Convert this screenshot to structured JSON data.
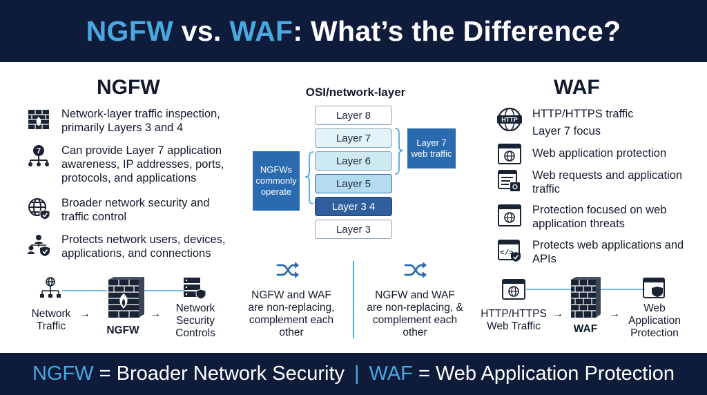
{
  "header": {
    "title_a": "NGFW",
    "title_vs": " vs. ",
    "title_b": "WAF",
    "title_rest": ": What’s the Difference?"
  },
  "colors": {
    "navy": "#0f1b3a",
    "accent": "#4aa8e0",
    "layer_blue": "#2f5e9e"
  },
  "ngfw": {
    "title": "NGFW",
    "features": [
      {
        "icon": "firewall-icon",
        "text": "Network-layer traffic inspection, primarily Layers 3 and 4"
      },
      {
        "icon": "layer7-network-icon",
        "text": "Can provide Layer 7 application awareness, IP addresses, ports, protocols, and applications"
      },
      {
        "icon": "globe-shield-icon",
        "text": "Broader network security and traffic control"
      },
      {
        "icon": "users-shield-icon",
        "text": "Protects network users, devices, applications, and connections"
      }
    ],
    "flow": {
      "source": "Network Traffic",
      "device": "NGFW",
      "target": "Network Security Controls",
      "arrow": "→"
    }
  },
  "osi": {
    "title": "OSI/network-layer",
    "layers": [
      "Layer 8",
      "Layer 7",
      "Layer 6",
      "Layer 5",
      "Layer 3 4",
      "Layer 3"
    ],
    "ngfw_box": "NGFWs commonly operate",
    "waf_box": "Layer 7 web traffic"
  },
  "complement": {
    "left": "NGFW and WAF are non-replacing, complement each other",
    "right": "NGFW and WAF are non-replacing, & complement each other"
  },
  "waf": {
    "title": "WAF",
    "features": [
      {
        "icon": "http-icon",
        "text": "HTTP/HTTPS traffic",
        "sub": "Layer 7 focus"
      },
      {
        "icon": "web-window-globe-icon",
        "text": "Web application protection"
      },
      {
        "icon": "web-requests-icon",
        "text": "Web requests and application traffic"
      },
      {
        "icon": "web-threat-window-icon",
        "text": "Protection focused on web application threats"
      },
      {
        "icon": "code-shield-icon",
        "text": "Protects web applications and APIs"
      }
    ],
    "flow": {
      "source": "HTTP/HTTPS Web Traffic",
      "device": "WAF",
      "target": "Web Application Protection",
      "arrow": "→"
    }
  },
  "footer": {
    "left_key": "NGFW",
    "left_rest": " = Broader Network Security",
    "separator": "|",
    "right_key": "WAF",
    "right_rest": " = Web Application Protection"
  }
}
